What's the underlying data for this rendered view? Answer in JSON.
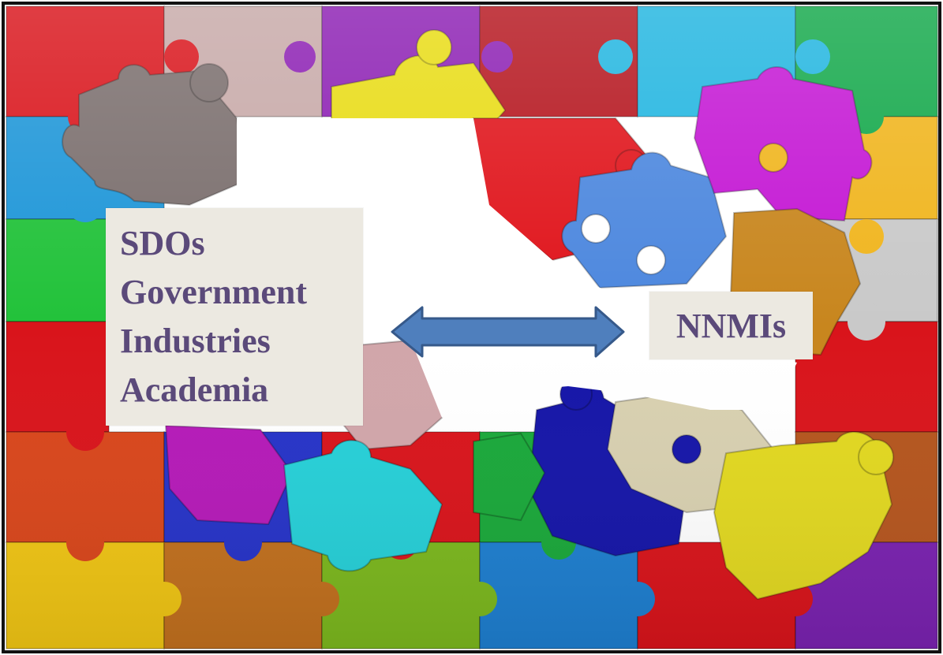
{
  "left_label": {
    "lines": [
      "SDOs",
      "Government",
      "Industries",
      "Academia"
    ]
  },
  "right_label": {
    "text": "NNMIs"
  },
  "arrow": {
    "direction": "bidirectional",
    "fill_color": "#4f7fbd",
    "stroke_color": "#36598a"
  },
  "colors": {
    "label_bg": "#ece9e1",
    "label_text": "#5b4a7a",
    "border": "#111111"
  }
}
